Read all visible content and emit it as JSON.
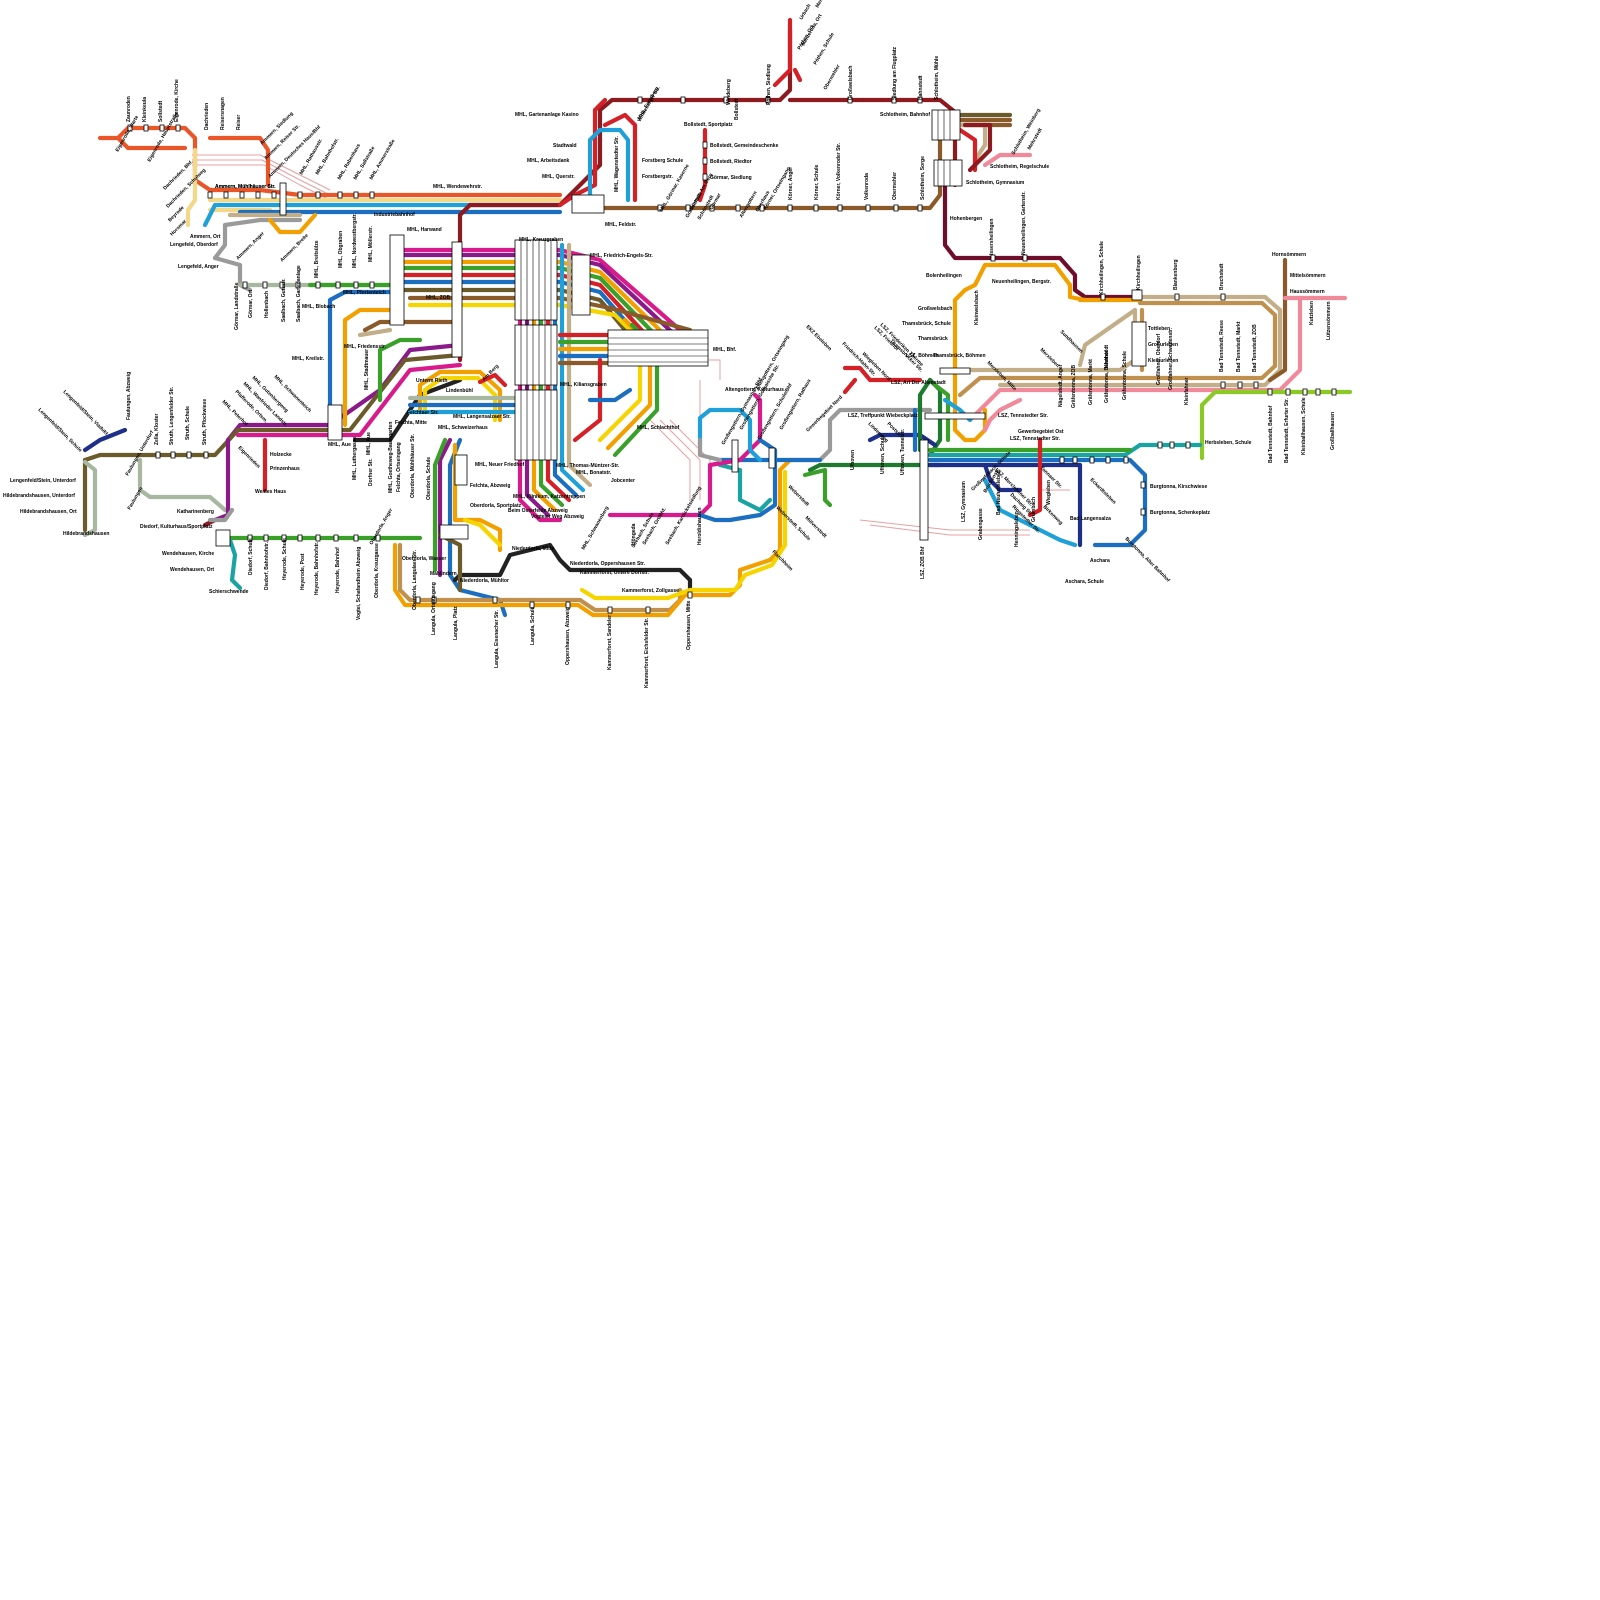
{
  "colors": {
    "red": "#d42027",
    "darkred": "#8c1a1f",
    "maroon": "#6d0f2a",
    "orange": "#e8562a",
    "amber": "#f2a000",
    "yellow": "#f6d400",
    "beige": "#f3d88a",
    "khaki": "#c2ae88",
    "tan": "#c0914e",
    "brown": "#8a5a2b",
    "olive": "#6b5a2a",
    "green": "#3aa02a",
    "darkgreen": "#1e7a2f",
    "lime": "#8ac926",
    "teal": "#1aa3a3",
    "cyan": "#20a0d8",
    "blue": "#1c6fc0",
    "navy": "#1e2f8a",
    "purple": "#8a1a8a",
    "magenta": "#d81b8c",
    "pink": "#f08a9a",
    "gray": "#9a9a9a",
    "sage": "#a8b8a0",
    "black": "#222222"
  },
  "stations": [
    {
      "name": "Eigenrode, Warte"
    },
    {
      "name": "Zaunroden"
    },
    {
      "name": "Kleinkeula"
    },
    {
      "name": "Sollstedt"
    },
    {
      "name": "Eigenrode, Kirche"
    },
    {
      "name": "Eigenrode, Hauptstraße"
    },
    {
      "name": "Dachrieden"
    },
    {
      "name": "Reisersnagen"
    },
    {
      "name": "Reiser"
    },
    {
      "name": "Ammern, Siedlung"
    },
    {
      "name": "Ammern, Reiser Str."
    },
    {
      "name": "Ammern, Deutsches Haus/Bhf"
    },
    {
      "name": "Dachrieden, Bhf."
    },
    {
      "name": "Dachrieden, Schulweg"
    },
    {
      "name": "Beyrode"
    },
    {
      "name": "Horsmar"
    },
    {
      "name": "Ammern, Mühlhäuser Str."
    },
    {
      "name": "MHL, Rathausstr."
    },
    {
      "name": "MHL, Bahnhofstr."
    },
    {
      "name": "Ammern, Mühlhäuser Str."
    },
    {
      "name": "MHL, Rabenhaus"
    },
    {
      "name": "MHL, Sallstraße"
    },
    {
      "name": "MHL, Ammerstraße"
    },
    {
      "name": "Ammern, Ort"
    },
    {
      "name": "Lengefeld, Oberdorf"
    },
    {
      "name": "Lengefeld, Anger"
    },
    {
      "name": "Ammern, Anger"
    },
    {
      "name": "Ammern, Breite"
    },
    {
      "name": "Görmar, Landstraße"
    },
    {
      "name": "Görmar, Ort"
    },
    {
      "name": "Hollenbach"
    },
    {
      "name": "Saalbach, Gutsstr."
    },
    {
      "name": "Saalbach, Gartenanlage"
    },
    {
      "name": "MHL, Breitsülze"
    },
    {
      "name": "MHL, Obgraben"
    },
    {
      "name": "MHL, Nordwestbergstr."
    },
    {
      "name": "MHL, Möllerstr."
    },
    {
      "name": "Industriebahnhof"
    },
    {
      "name": "MHL, Wendewehrstr."
    },
    {
      "name": "MHL, Harwand"
    },
    {
      "name": "MHL, Kreuzgraben"
    },
    {
      "name": "MHL, Pfortenteich"
    },
    {
      "name": "MHL, ZOB"
    },
    {
      "name": "MHL, Blobach"
    },
    {
      "name": "MHL, Kreilstr."
    },
    {
      "name": "MHL, Friedensstr."
    },
    {
      "name": "MHL, Stadtmauer"
    },
    {
      "name": "MHL, Gartenanlage Kasino"
    },
    {
      "name": "Stadtwald"
    },
    {
      "name": "MHL, Arbeitsdank"
    },
    {
      "name": "MHL, Querstr."
    },
    {
      "name": "MHL, Feldstr."
    },
    {
      "name": "MHL, Wagenstedter Str."
    },
    {
      "name": "MHL, Forstberg"
    },
    {
      "name": "Windeberger Str."
    },
    {
      "name": "Forstberg Schule"
    },
    {
      "name": "Forstbergstr."
    },
    {
      "name": "Grabenhalle"
    },
    {
      "name": "Schönstedt"
    },
    {
      "name": "Altengottern"
    },
    {
      "name": "Bollstedt"
    },
    {
      "name": "Windeberg"
    },
    {
      "name": "Pöthen, Siedlung"
    },
    {
      "name": "Pöthen, Ort"
    },
    {
      "name": "Menteroda, Ort"
    },
    {
      "name": "Menteroda, Klubhaus"
    },
    {
      "name": "Urbach"
    },
    {
      "name": "Pöthen, Schule"
    },
    {
      "name": "Obermehler"
    },
    {
      "name": "Großwelsbach"
    },
    {
      "name": "Siedlung am Flugplatz"
    },
    {
      "name": "Bahnstedt"
    },
    {
      "name": "Schlotheim, Mühle"
    },
    {
      "name": "Schlotheim, Bahnhof"
    },
    {
      "name": "Schlotheim, Weinberg"
    },
    {
      "name": "Mehrstedt"
    },
    {
      "name": "Schlotheim, Regelschule"
    },
    {
      "name": "Schlotheim, Gymnasium"
    },
    {
      "name": "Bollstedt, Sportplatz"
    },
    {
      "name": "Bollstedt, Gemeindeschenke"
    },
    {
      "name": "Bollstedt, Riedtor"
    },
    {
      "name": "Görmar, Siedlung"
    },
    {
      "name": "Görmar"
    },
    {
      "name": "MHL, Görmar, Kaserne"
    },
    {
      "name": "Görmar, Am Berg"
    },
    {
      "name": "Oberhaus"
    },
    {
      "name": "Körner, Ortseingang"
    },
    {
      "name": "Körner, Anger"
    },
    {
      "name": "Körner, Schule"
    },
    {
      "name": "Körner, Volkenroder Str."
    },
    {
      "name": "Volkenroda"
    },
    {
      "name": "Obermehler"
    },
    {
      "name": "Schlotheim, Sorge"
    },
    {
      "name": "Hohenbergen"
    },
    {
      "name": "Issersheilingen"
    },
    {
      "name": "Neuenheilingen, Gartenstr."
    },
    {
      "name": "Neuenheilingen, Bergstr."
    },
    {
      "name": "Bolenheilingen"
    },
    {
      "name": "Kirchheilingen, Schule"
    },
    {
      "name": "Kirchheilingen"
    },
    {
      "name": "Blankenburg"
    },
    {
      "name": "Bruchstedt"
    },
    {
      "name": "Hornsömmern"
    },
    {
      "name": "Mittelsömmern"
    },
    {
      "name": "Haussömmern"
    },
    {
      "name": "Kutzleben"
    },
    {
      "name": "Lützensömmern"
    },
    {
      "name": "Großwelsbach"
    },
    {
      "name": "Thamsbrück, Schule"
    },
    {
      "name": "Thamsbrück"
    },
    {
      "name": "Thamsbrück, Böhmen"
    },
    {
      "name": "Kleinwelsbach"
    },
    {
      "name": "Tottleben"
    },
    {
      "name": "Großurleben"
    },
    {
      "name": "Kleinurleben"
    },
    {
      "name": "Bad Tennstedt, Reese"
    },
    {
      "name": "Bad Tennstedt, Markt"
    },
    {
      "name": "Bad Tennstedt, ZOB"
    },
    {
      "name": "Bad Tennstedt, Bahnhof"
    },
    {
      "name": "Bad Tennstedt, Erfurter Str."
    },
    {
      "name": "Klettstedt"
    },
    {
      "name": "Kleinballhausen, Schule"
    },
    {
      "name": "Großballhausen"
    },
    {
      "name": "MHL, Bhf."
    },
    {
      "name": "MHL, Friedrich-Engels-Str."
    },
    {
      "name": "MHL, Kiliansgraben"
    },
    {
      "name": "MHL, Schlachthof"
    },
    {
      "name": "MHL, Thomas-Müntzer-Str."
    },
    {
      "name": "MHL, Bonatstr."
    },
    {
      "name": "Jobcenter"
    },
    {
      "name": "MHL, Klinikum, Katzentreppen"
    },
    {
      "name": "Beim Osterfelde Abzweig"
    },
    {
      "name": "Vogteier Weg Abzweig"
    },
    {
      "name": "MHL, Neuer Friedhof"
    },
    {
      "name": "MHL, Schweizerhaus"
    },
    {
      "name": "MHL, Langensalzaer Str."
    },
    {
      "name": "Unterm Rieth"
    },
    {
      "name": "Am Berg"
    },
    {
      "name": "Lindenbühl"
    },
    {
      "name": "Felchtaer Str."
    },
    {
      "name": "Felchta, Mitte"
    },
    {
      "name": "Felchta, Ortseingang"
    },
    {
      "name": "Felchta, Abzweig"
    },
    {
      "name": "MHL, Aue"
    },
    {
      "name": "MHL, Luthergasse"
    },
    {
      "name": "Dorfner Str."
    },
    {
      "name": "MHL, Goetheweg-Baumgarten"
    },
    {
      "name": "Oberdorla, Mühlhäuser Str."
    },
    {
      "name": "Oberdorla, Schule"
    },
    {
      "name": "Oberdorla, Sportplatz"
    },
    {
      "name": "Oberdorla, Wasser"
    },
    {
      "name": "Oberdorla, Anger"
    },
    {
      "name": "Oberdorla, Langulaer Str."
    },
    {
      "name": "Mahlindern"
    },
    {
      "name": "Niederdorla, Mühltor"
    },
    {
      "name": "Niederdorla, Mitte"
    },
    {
      "name": "Niederdorla, Oppershausen Str."
    },
    {
      "name": "Kammerforst, Untere Dorfstr."
    },
    {
      "name": "Kammerforst, Zollgasse"
    },
    {
      "name": "Langula, Ortsausgang"
    },
    {
      "name": "Langula, Platz"
    },
    {
      "name": "Langula, Eisenacher Str."
    },
    {
      "name": "Langula, Schule"
    },
    {
      "name": "Oppershausen, Abzweig"
    },
    {
      "name": "Kammerforst, Sandeler"
    },
    {
      "name": "Kammerforst, Eichsfelder Str."
    },
    {
      "name": "Oppershausen, Mitte"
    },
    {
      "name": "Lengenfeld/Stein, Viadukt"
    },
    {
      "name": "Lengenfeld/Stein, Schule"
    },
    {
      "name": "Faulungen, Abzweig"
    },
    {
      "name": "Faulungen, Unterdorf"
    },
    {
      "name": "Faulungen"
    },
    {
      "name": "Zella, Kloster"
    },
    {
      "name": "Struth, Lengenfelder Str."
    },
    {
      "name": "Struth, Schule"
    },
    {
      "name": "Struth, Pflockwiese"
    },
    {
      "name": "Eigenrieden"
    },
    {
      "name": "MHL, Peterhof"
    },
    {
      "name": "Pfafferode, Ortsm."
    },
    {
      "name": "MHL, Wanfrieder Landstr."
    },
    {
      "name": "MHL, Gutenbergweg"
    },
    {
      "name": "MHL, Schwanenteich"
    },
    {
      "name": "Holzecke"
    },
    {
      "name": "Prinzenhaus"
    },
    {
      "name": "Weißes Haus"
    },
    {
      "name": "Lengenfeld/Stein, Unterdorf"
    },
    {
      "name": "Hildebrandshausen, Unterdorf"
    },
    {
      "name": "Hildebrandshausen, Ort"
    },
    {
      "name": "Hildebrandshausen"
    },
    {
      "name": "Katharinenberg"
    },
    {
      "name": "Diedorf, Kulturhaus/Sportplatz"
    },
    {
      "name": "Wendehausen, Kirche"
    },
    {
      "name": "Wendehausen, Ort"
    },
    {
      "name": "Schierschwende"
    },
    {
      "name": "Diedorf, Schule"
    },
    {
      "name": "Diedorf, Bahnhofstr."
    },
    {
      "name": "Heyerode, Schule"
    },
    {
      "name": "Heyerode, Post"
    },
    {
      "name": "Heyerode, Bahnhofstr."
    },
    {
      "name": "Heyerode, Bahnhof"
    },
    {
      "name": "Vogtei, Schafandheim Abzweig"
    },
    {
      "name": "Oberdorla, Kreuzgasse"
    },
    {
      "name": "Altengottern, Kulturhaus"
    },
    {
      "name": "Altengottern, Ortseingang"
    },
    {
      "name": "Großengottern, Gymnasium Bhf"
    },
    {
      "name": "Großengottern, Gothaische Str."
    },
    {
      "name": "Großengottern, Schule/Bhf"
    },
    {
      "name": "Großengottern, Rathaus"
    },
    {
      "name": "Heroldishausen"
    },
    {
      "name": "Flarchheim"
    },
    {
      "name": "Weberstedt"
    },
    {
      "name": "Weberstedt, Schule"
    },
    {
      "name": "Mülverstedt"
    },
    {
      "name": "Seebach, Karnickelsiedlung"
    },
    {
      "name": "Seebach, Ort/Bhf."
    },
    {
      "name": "Seebach, Schule"
    },
    {
      "name": "Höngeda"
    },
    {
      "name": "MHL, Schwanenberg"
    },
    {
      "name": "MHL, Aue"
    },
    {
      "name": "EKZ Ebeleben"
    },
    {
      "name": "Friedrich-Hahn-Str."
    },
    {
      "name": "Wiegleben Nord"
    },
    {
      "name": "LSZ, Friedhof"
    },
    {
      "name": "LSZ, Friederiken Therme"
    },
    {
      "name": "Thamsbrücker Str."
    },
    {
      "name": "LSZ, Böhmen"
    },
    {
      "name": "LSZ, Art Der Altenstadt"
    },
    {
      "name": "Gewerbegebiet Nord"
    },
    {
      "name": "LSZ, Treffpunkt Wiebeckplatz"
    },
    {
      "name": "LSZ, Tennstedter Str."
    },
    {
      "name": "Lindenweg"
    },
    {
      "name": "Poststr."
    },
    {
      "name": "Ufhoven"
    },
    {
      "name": "Ufhoven, Schule"
    },
    {
      "name": "Ufhoven, Tunnelstr."
    },
    {
      "name": "LSZ, Tennstedter Str."
    },
    {
      "name": "Brückenstr."
    },
    {
      "name": "LSZ, ZOB Bhf"
    },
    {
      "name": "LSZ, Gymnasium"
    },
    {
      "name": "Merxleben, Mitte"
    },
    {
      "name": "Merxleben"
    },
    {
      "name": "Sundhausen"
    },
    {
      "name": "Bad Langensalza"
    },
    {
      "name": "Gewerbegebiet Ost"
    },
    {
      "name": "LSZ, Merxlebener Str."
    },
    {
      "name": "Nägelstedt, Anger"
    },
    {
      "name": "Gräfentonna, ZOB"
    },
    {
      "name": "Gräfentonna, Markt"
    },
    {
      "name": "Gräfentonna, Bahnhof"
    },
    {
      "name": "Gräfentonna, Schule"
    },
    {
      "name": "Großfahner, Oberdorf"
    },
    {
      "name": "Großfahner, Schwedenstr."
    },
    {
      "name": "Kleinfahner"
    },
    {
      "name": "Herbsleben, Schule"
    },
    {
      "name": "Burgtonna, Kirschwiese"
    },
    {
      "name": "Burgtonna, Schenkeplatz"
    },
    {
      "name": "Burgtonna, Alter Bahnhof"
    },
    {
      "name": "Aschara"
    },
    {
      "name": "Aschara, Schule"
    },
    {
      "name": "Eckardtsleben"
    },
    {
      "name": "Wiegleben"
    },
    {
      "name": "Grumbach"
    },
    {
      "name": "Henningsleben"
    },
    {
      "name": "Bad Neuheilsleben"
    },
    {
      "name": "Grabengasse"
    },
    {
      "name": "Dachwig Str."
    },
    {
      "name": "Tonnaer Str."
    },
    {
      "name": "Birkenweg"
    },
    {
      "name": "Ringstedter Str."
    },
    {
      "name": "Großwelsbach, Schule"
    }
  ]
}
